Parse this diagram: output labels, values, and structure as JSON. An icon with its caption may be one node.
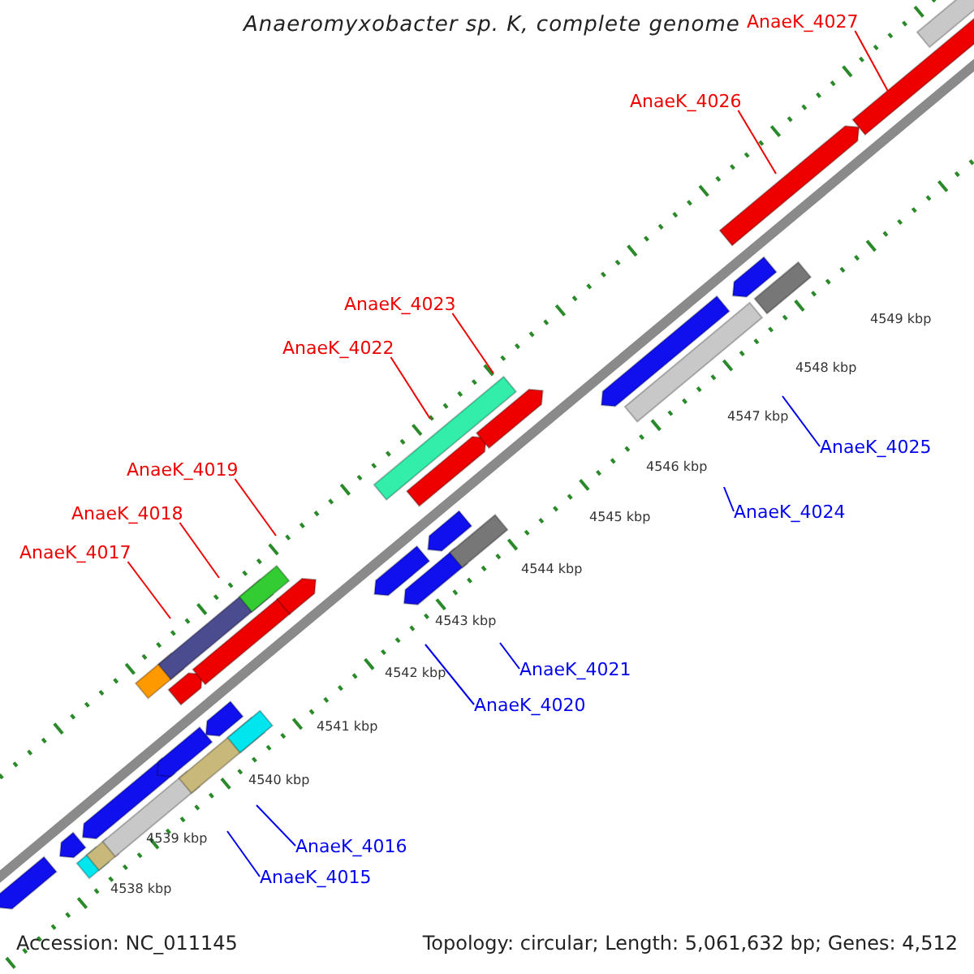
{
  "diagram": {
    "title": "Anaeromyxobacter sp. K, complete genome",
    "nodes": [
      {
        "text": [
          "AnaeK_4027"
        ]
      },
      {
        "text": [
          "AnaeK_4026"
        ]
      },
      {
        "text": [
          "AnaeK_4023"
        ]
      },
      {
        "text": [
          "AnaeK_4022"
        ]
      },
      {
        "text": [
          "AnaeK_4019"
        ]
      },
      {
        "text": [
          "AnaeK_4018"
        ]
      },
      {
        "text": [
          "AnaeK_4017"
        ]
      },
      {
        "text": [
          "AnaeK_4025"
        ]
      },
      {
        "text": [
          "AnaeK_4024"
        ]
      },
      {
        "text": [
          "AnaeK_4021"
        ]
      },
      {
        "text": [
          "AnaeK_4020"
        ]
      },
      {
        "text": [
          "AnaeK_4016"
        ]
      },
      {
        "text": [
          "AnaeK_4015"
        ]
      }
    ],
    "edges": [
      {
        "from": 0,
        "to": null,
        "arrow": "none"
      },
      {
        "from": 1,
        "to": null,
        "arrow": "none"
      },
      {
        "from": 2,
        "to": null,
        "arrow": "none"
      },
      {
        "from": 3,
        "to": null,
        "arrow": "none"
      },
      {
        "from": 4,
        "to": null,
        "arrow": "none"
      },
      {
        "from": 5,
        "to": null,
        "arrow": "none"
      },
      {
        "from": 6,
        "to": null,
        "arrow": "none"
      },
      {
        "from": 7,
        "to": null,
        "arrow": "none",
        "color": "#0000ee"
      },
      {
        "from": 8,
        "to": null,
        "arrow": "none",
        "color": "#0000ee"
      },
      {
        "from": 9,
        "to": null,
        "arrow": "none",
        "color": "#0000ee"
      },
      {
        "from": 10,
        "to": null,
        "arrow": "none",
        "color": "#0000ee"
      },
      {
        "from": 11,
        "to": null,
        "arrow": "none",
        "color": "#0000ee"
      },
      {
        "from": 12,
        "to": null,
        "arrow": "none",
        "color": "#0000ee"
      }
    ],
    "labels": [
      "4549 kbp",
      "4548 kbp",
      "4547 kbp",
      "4546 kbp",
      "4545 kbp",
      "4544 kbp",
      "4543 kbp",
      "4542 kbp",
      "4541 kbp",
      "4540 kbp",
      "4539 kbp",
      "4538 kbp",
      "Accession: NC_011145",
      "Topology: circular; Length: 5,061,632 bp; Genes: 4,512"
    ]
  }
}
